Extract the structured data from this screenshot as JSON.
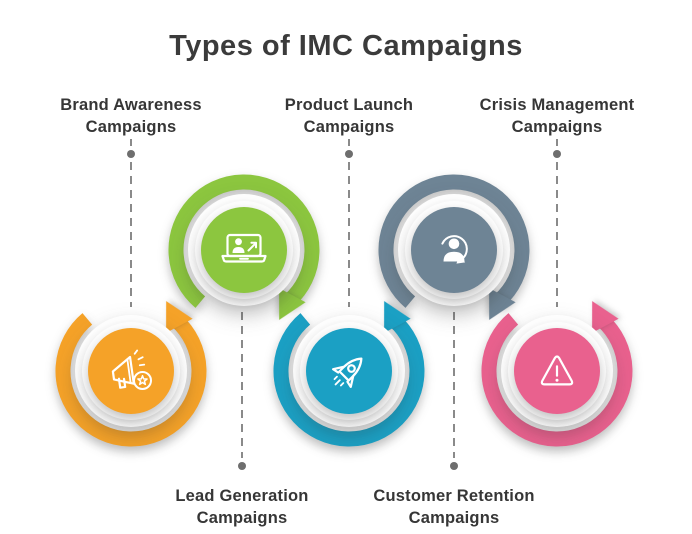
{
  "title": "Types of IMC Campaigns",
  "campaigns": [
    {
      "name": "Brand Awareness Campaigns",
      "label_lines": [
        "Brand Awareness",
        "Campaigns"
      ],
      "color": "#F5A228",
      "icon": "megaphone-star-icon",
      "circle_row": "bottom",
      "label_side": "top"
    },
    {
      "name": "Lead Generation Campaigns",
      "label_lines": [
        "Lead Generation",
        "Campaigns"
      ],
      "color": "#8CC63F",
      "icon": "laptop-user-growth-icon",
      "circle_row": "top",
      "label_side": "bottom"
    },
    {
      "name": "Product Launch Campaigns",
      "label_lines": [
        "Product Launch",
        "Campaigns"
      ],
      "color": "#1BA0C4",
      "icon": "rocket-icon",
      "circle_row": "bottom",
      "label_side": "top"
    },
    {
      "name": "Customer Retention Campaigns",
      "label_lines": [
        "Customer Retention",
        "Campaigns"
      ],
      "color": "#6E8495",
      "icon": "user-refresh-icon",
      "circle_row": "top",
      "label_side": "bottom"
    },
    {
      "name": "Crisis Management Campaigns",
      "label_lines": [
        "Crisis Management",
        "Campaigns"
      ],
      "color": "#E9618E",
      "icon": "warning-triangle-icon",
      "circle_row": "bottom",
      "label_side": "top"
    }
  ],
  "colors": {
    "background": "#FFFFFF",
    "title_text": "#3B3B3B",
    "label_text": "#363636",
    "connector_dash": "#8A8A8A",
    "connector_dot": "#6E6E6E",
    "icon_stroke": "#FFFFFF",
    "disc_white": "#FFFFFF"
  }
}
